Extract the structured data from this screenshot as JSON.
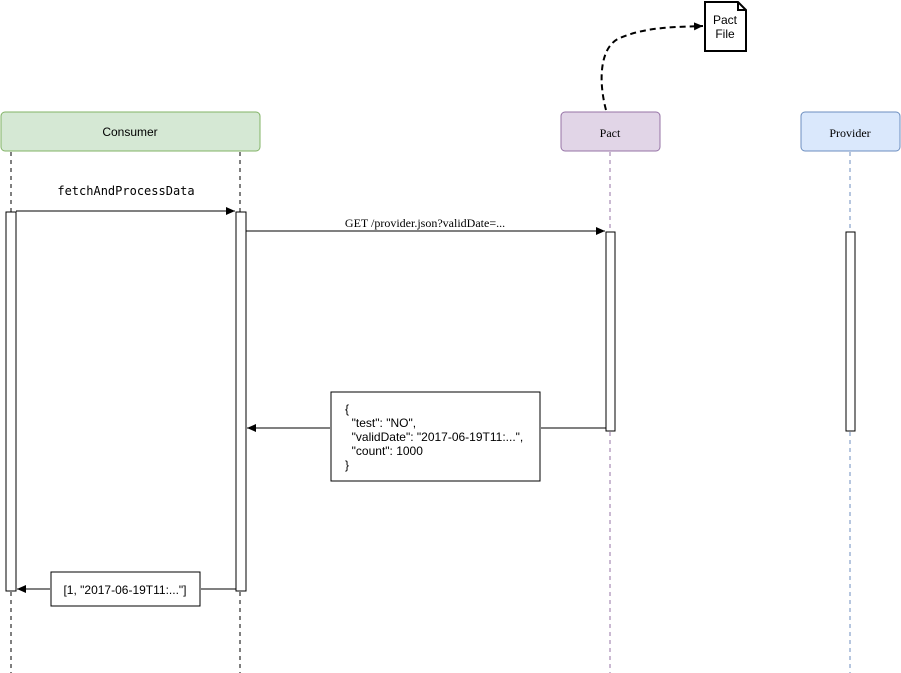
{
  "colors": {
    "consumer_fill": "#d5e8d4",
    "consumer_stroke": "#82b366",
    "pact_fill": "#e1d5e7",
    "pact_stroke": "#9673a6",
    "provider_fill": "#dae8fc",
    "provider_stroke": "#6c8ebf",
    "line": "#000000",
    "background": "#ffffff"
  },
  "participants": {
    "consumer": "Consumer",
    "pact": "Pact",
    "provider": "Provider"
  },
  "pact_file": {
    "line1": "Pact",
    "line2": "File"
  },
  "messages": {
    "fetch": "fetchAndProcessData",
    "get_request": "GET /provider.json?validDate=..."
  },
  "response_note": {
    "lines": [
      "{",
      "  \"test\": \"NO\",",
      "  \"validDate\": \"2017-06-19T11:...\",",
      "  \"count\": 1000",
      "}"
    ]
  },
  "result_note": "[1, \"2017-06-19T11:...\"]"
}
